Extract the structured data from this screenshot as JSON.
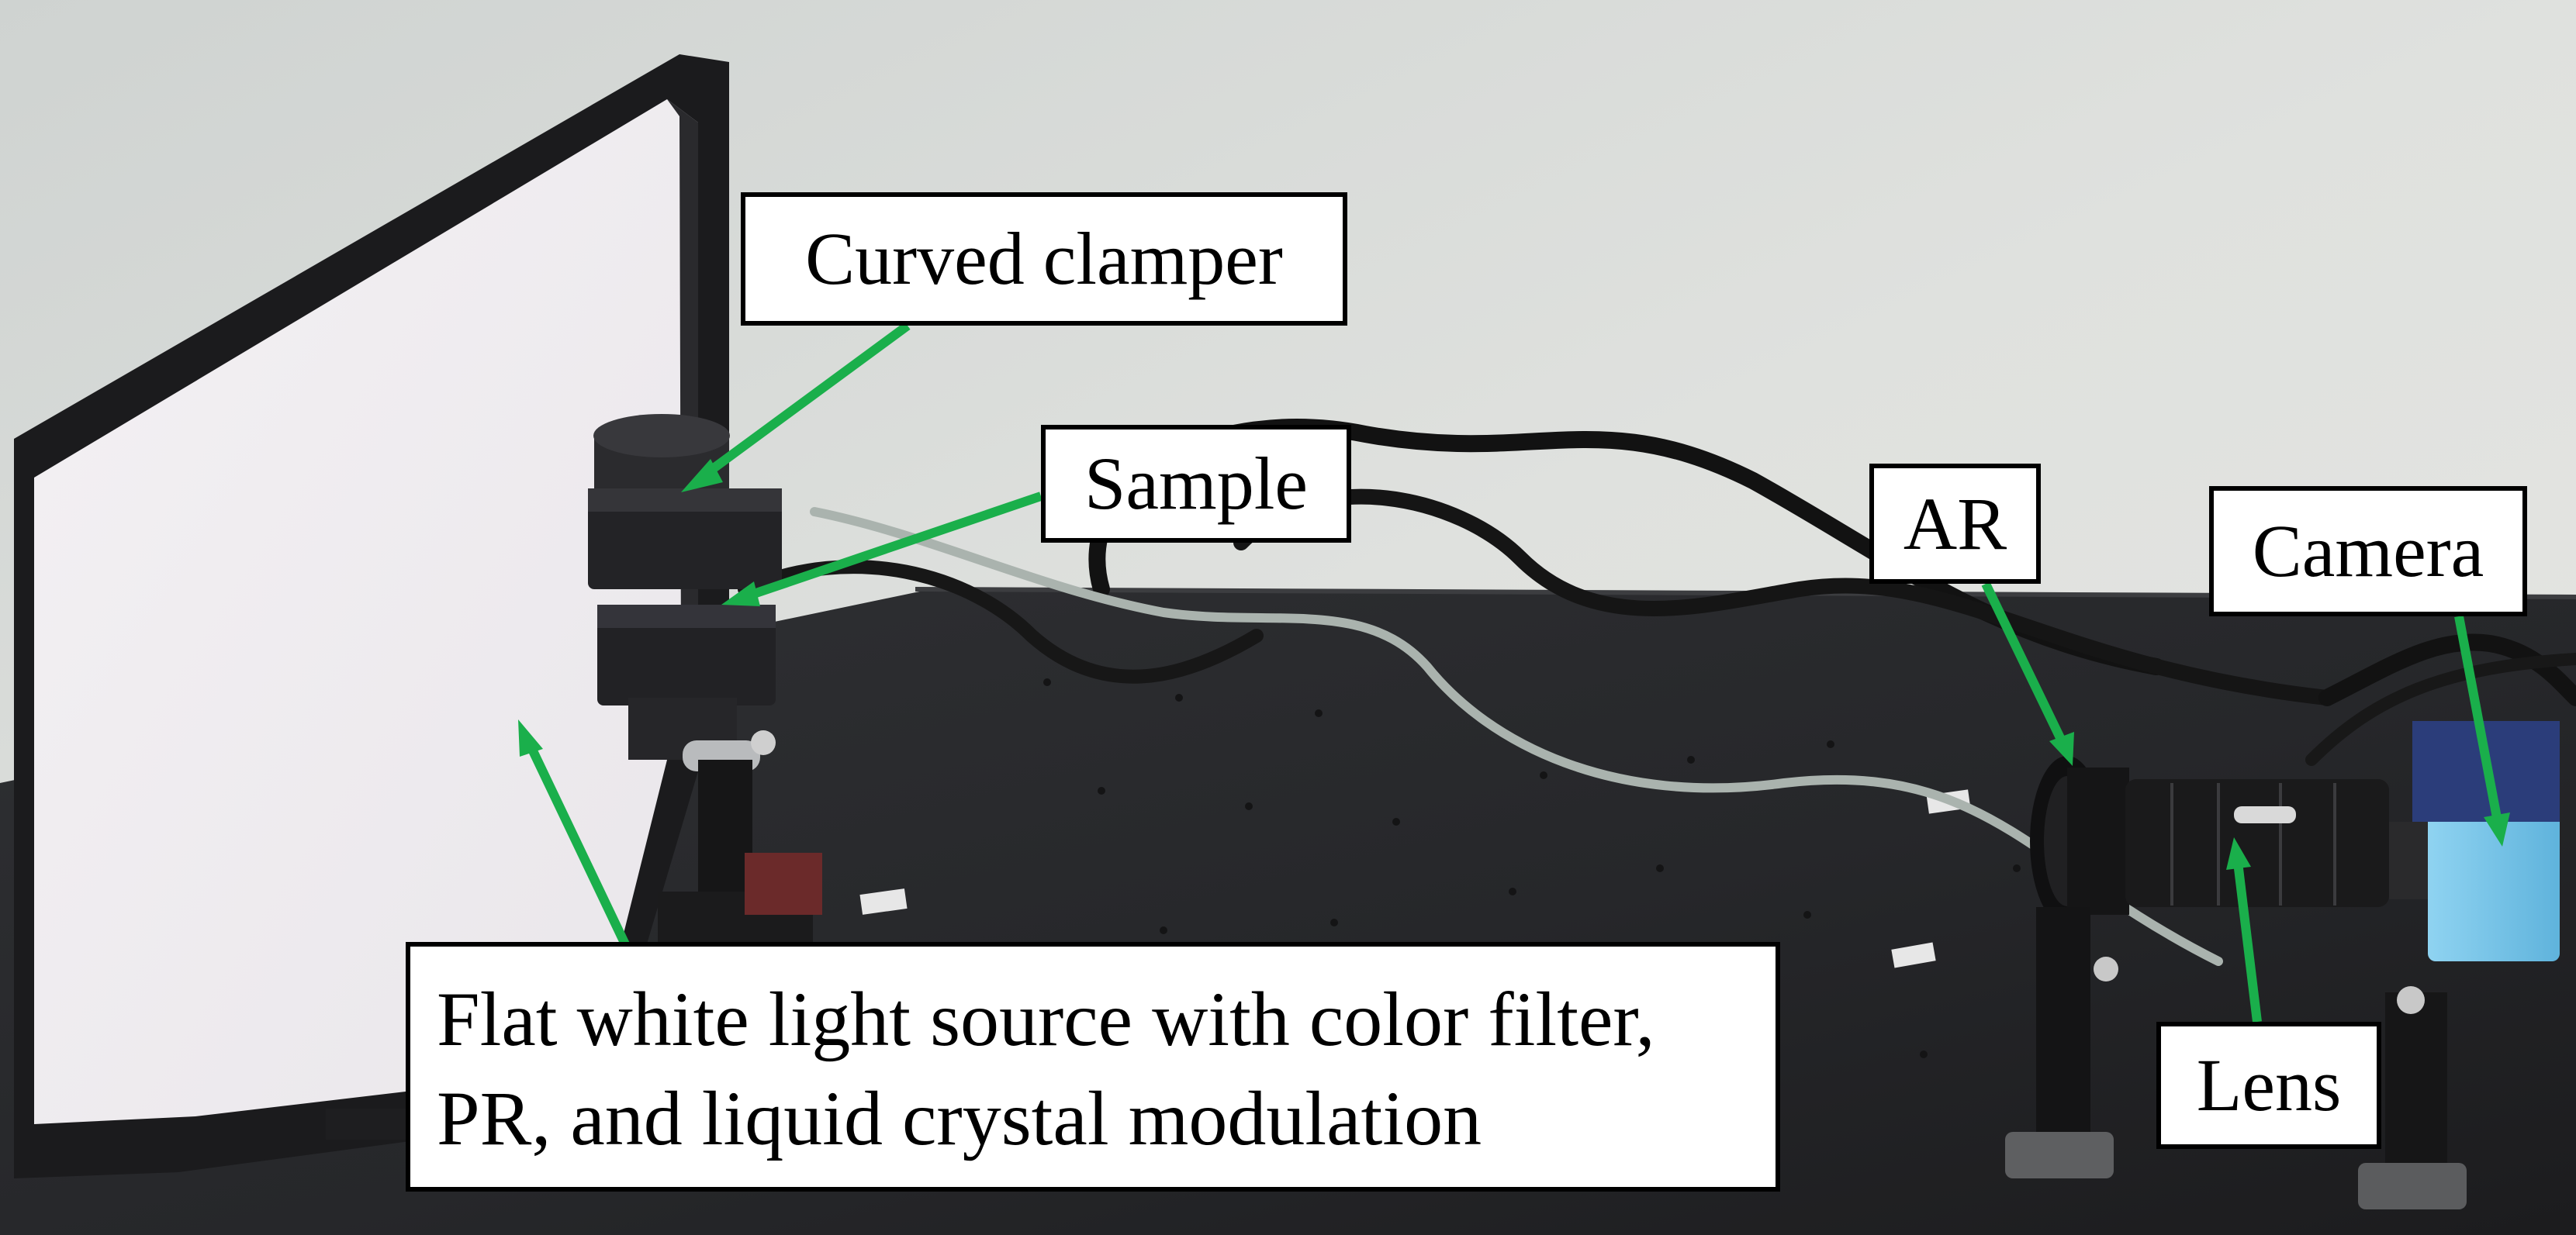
{
  "callouts": {
    "curved_clamper": "Curved clamper",
    "sample": "Sample",
    "ar": "AR",
    "camera": "Camera",
    "lens": "Lens",
    "flat_line1": "Flat white light source with color filter,",
    "flat_line2": "PR, and liquid crystal modulation"
  },
  "colors": {
    "arrow": "#1aaf4b",
    "wall": "#dcdedc",
    "table": "#2b2b2d",
    "camera_body": "#7fc7ea"
  }
}
